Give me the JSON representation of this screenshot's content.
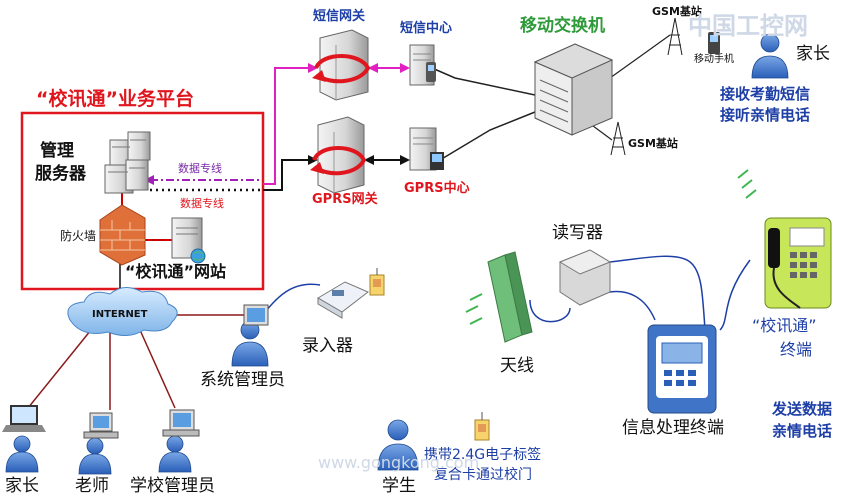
{
  "platform": {
    "title": "“校讯通”业务平台",
    "management_server": [
      "管理",
      "服务器"
    ],
    "firewall": "防火墙",
    "website": "“校讯通”网站",
    "data_line_top": "数据专线",
    "data_line_bottom": "数据专线"
  },
  "network": {
    "sms_gateway": "短信网关",
    "sms_center": "短信中心",
    "gprs_gateway": "GPRS网关",
    "gprs_center": "GPRS中心",
    "mobile_switch": "移动交换机",
    "gsm_station_top": "GSM基站",
    "gsm_station_bottom": "GSM基站",
    "mobile_phone": "移动手机",
    "internet": "INTERNET"
  },
  "parent_top": {
    "label": "家长",
    "desc_line1": "接收考勤短信",
    "desc_line2": "接听亲情电话"
  },
  "school_side": {
    "sys_admin": "系统管理员",
    "enroller": "录入器",
    "parent": "家长",
    "teacher": "老师",
    "school_admin": "学校管理员"
  },
  "campus": {
    "reader": "读写器",
    "antenna": "天线",
    "terminal": "信息处理终端",
    "xxt_terminal": [
      "“校讯通”",
      "终端"
    ],
    "send_data": [
      "发送数据",
      "亲情电话"
    ],
    "student": "学生",
    "tag_note": [
      "携带2.4G电子标签",
      "复合卡通过校门"
    ]
  },
  "watermark": {
    "logo": "中国工控网",
    "url": "www.gongkong.com"
  },
  "colors": {
    "blue_text": "#1d3fa6",
    "red_text": "#e0161e",
    "green_text": "#2e9a3a",
    "magenta_link": "#e020c0",
    "person_blue": "#3d74c8"
  }
}
